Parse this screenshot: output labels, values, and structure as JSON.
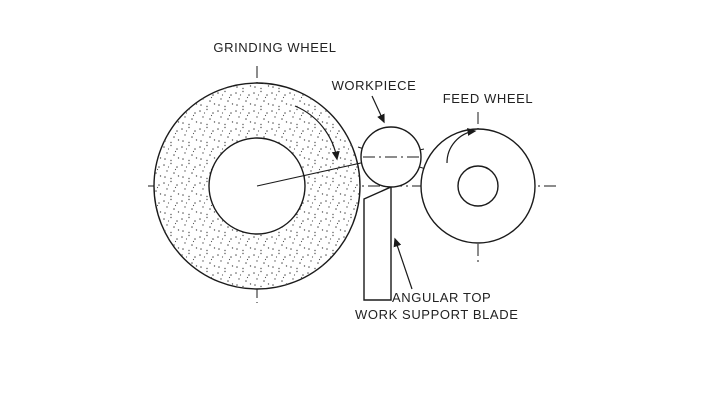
{
  "title": "Centerless grinding diagram",
  "labels": {
    "grinding_wheel": "GRINDING WHEEL",
    "workpiece": "WORKPIECE",
    "feed_wheel": "FEED WHEEL",
    "blade_line1": "ANGULAR TOP",
    "blade_line2": "WORK SUPPORT BLADE"
  },
  "colors": {
    "background": "#ffffff",
    "line": "#1a1a1a",
    "text": "#222222",
    "stipple": "#555555"
  }
}
